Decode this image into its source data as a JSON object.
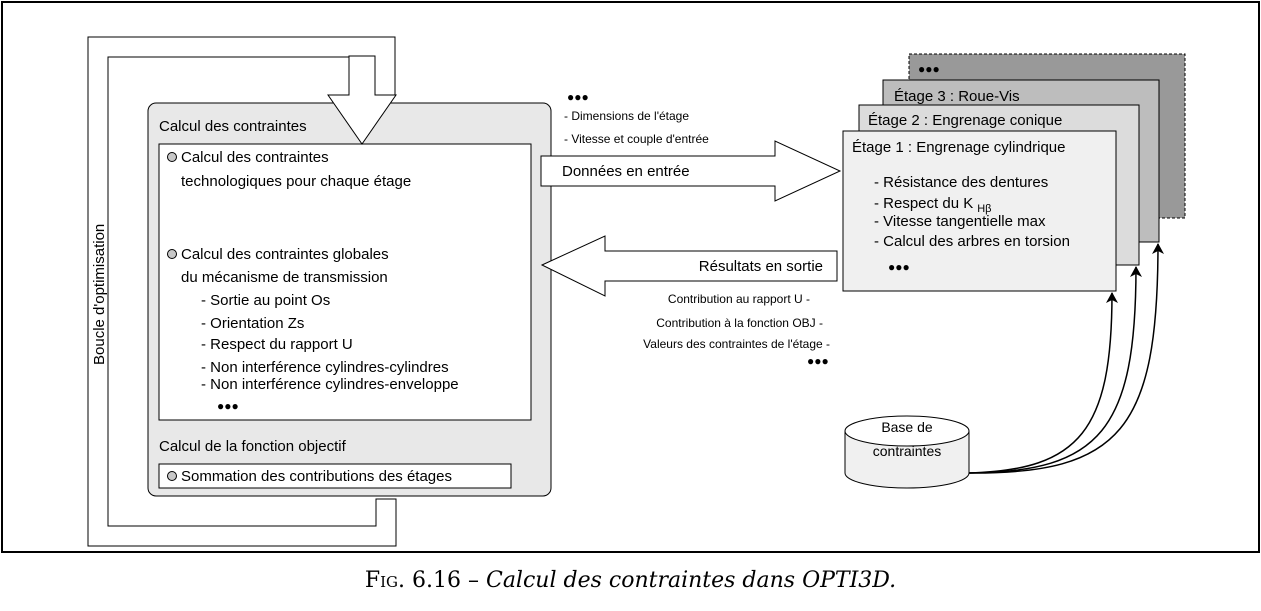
{
  "optimization_loop": {
    "label": "Boucle d'optimisation"
  },
  "constraints_panel": {
    "title": "Calcul des contraintes",
    "tech_constraints": {
      "line1": "Calcul des contraintes",
      "line2": "technologiques pour chaque étage"
    },
    "global_constraints": {
      "line1": "Calcul des contraintes globales",
      "line2": "du mécanisme de transmission",
      "items": [
        "- Sortie au point Os",
        "- Orientation Zs",
        "- Respect du rapport U",
        "- Non interférence cylindres-cylindres",
        "- Non interférence cylindres-enveloppe"
      ],
      "ellipsis": "●●●"
    },
    "objective_title": "Calcul de la fonction objectif",
    "objective_item": "Sommation des contributions des étages"
  },
  "input_arrow": {
    "label": "Données en entrée",
    "ellipsis": "●●●",
    "details": [
      "- Dimensions de l'étage",
      "- Vitesse et couple d'entrée"
    ]
  },
  "output_arrow": {
    "label": "Résultats en sortie",
    "details": [
      "Contribution au rapport U -",
      "Contribution à la fonction OBJ -",
      "Valeurs des contraintes de l'étage -"
    ],
    "ellipsis": "●●●"
  },
  "stages": {
    "back_ellipsis": "●●●",
    "stage3": "Étage 3 : Roue-Vis",
    "stage2": "Étage 2 : Engrenage conique",
    "stage1": {
      "title": "Étage 1 : Engrenage cylindrique",
      "items": [
        "- Résistance des dentures",
        "- Respect du K",
        "- Vitesse tangentielle max",
        "- Calcul des arbres en torsion"
      ],
      "k_subscript": "Hβ",
      "ellipsis": "●●●"
    }
  },
  "database": {
    "line1": "Base de",
    "line2": "contraintes"
  },
  "caption": {
    "prefix": "Fig. 6.16 –",
    "text": "Calcul des contraintes dans OPTI3D."
  },
  "colors": {
    "panel_fill": "#e8e8e8",
    "stage_back": "#999999",
    "stage3": "#bdbdbd",
    "stage2": "#dcdcdc",
    "stage1": "#f0f0f0",
    "bullet_fill": "#c8c8c8"
  }
}
